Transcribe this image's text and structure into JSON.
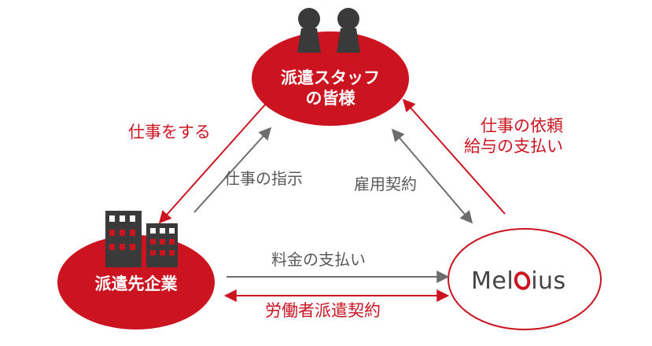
{
  "nodes": {
    "staff": {
      "line1": "派遣スタッフ",
      "line2": "の皆様"
    },
    "client": {
      "label": "派遣先企業"
    },
    "company": {
      "logo_before": "Mel",
      "logo_after": "ius"
    }
  },
  "edges": {
    "work": "仕事をする",
    "instruction": "仕事の指示",
    "employment": "雇用契約",
    "request_line1": "仕事の依頼",
    "request_line2": "給与の支払い",
    "fee": "料金の支払い",
    "dispatch_contract": "労働者派遣契約"
  },
  "colors": {
    "accent": "#cc1420",
    "gray_arrow": "#6d6d6d",
    "logo_text": "#444444"
  }
}
